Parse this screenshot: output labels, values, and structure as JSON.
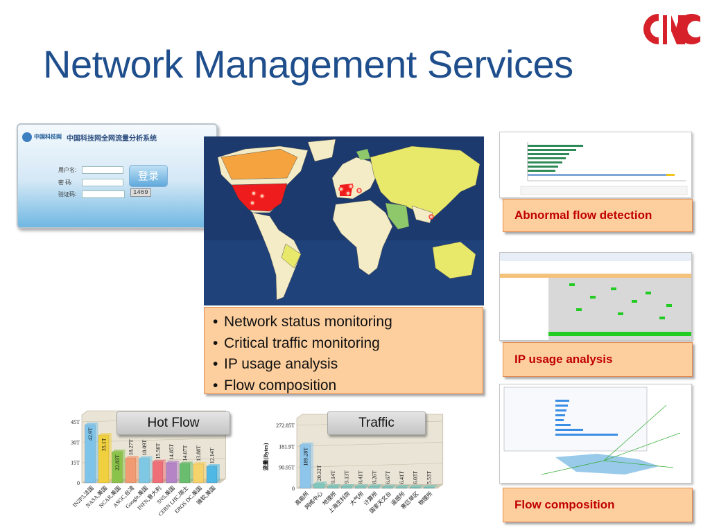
{
  "page": {
    "title": "Network Management Services"
  },
  "login": {
    "header": "中国科技网全网流量分析系统",
    "logo_text": "中国科技网",
    "user_label": "用户名:",
    "password_label": "密  码:",
    "captcha_label": "验证码:",
    "button_label": "登录",
    "captcha_value": "1469"
  },
  "features": [
    "Network status monitoring",
    "Critical traffic monitoring",
    "IP usage analysis",
    "Flow composition"
  ],
  "panels": {
    "abnormal_caption": "Abnormal flow detection",
    "ip_caption": "IP usage analysis",
    "flow_caption": "Flow composition"
  },
  "colors": {
    "title": "#1f4e8c",
    "caption_bg": "#fdcf9e",
    "caption_text": "#c00000",
    "map_ocean": "#1c3a6e",
    "map_land": "#f4ecc6"
  },
  "chart_data": [
    {
      "type": "bar",
      "title": "Hot Flow",
      "categories": [
        "IN2P3,法国",
        "NASA,美国",
        "NCAR,美国",
        "ASGC,台湾",
        "Google,美国",
        "INFN,意大利",
        "SNS,美国",
        "CERN LHC,瑞士",
        "EROS DC,美国",
        "微软,美国"
      ],
      "values": [
        42.9,
        35.1,
        22.83,
        18.27,
        18.09,
        15.56,
        14.85,
        14.07,
        13.88,
        12.14
      ],
      "value_labels": [
        "42.9T",
        "35.1T",
        "22.83T",
        "18.27T",
        "18.09T",
        "15.56T",
        "14.85T",
        "14.07T",
        "13.88T",
        "12.14T"
      ],
      "colors": [
        "#7ec3ea",
        "#f1d040",
        "#8bc34a",
        "#f29b72",
        "#7fc8e4",
        "#ee6f77",
        "#b484c6",
        "#6abd6e",
        "#f6d26a",
        "#4fb8e5"
      ],
      "ylim": [
        0,
        45
      ],
      "yticks": [
        "0",
        "15T",
        "30T",
        "45T"
      ],
      "ytick_values": [
        0,
        15,
        30,
        45
      ]
    },
    {
      "type": "bar",
      "title": "Traffic",
      "ylabel": "流量(Bytes)",
      "categories": [
        "高能所",
        "网络中心",
        "地理所",
        "上海生科院",
        "大气所",
        "计算所",
        "国家天文台",
        "遥感所",
        "寒区旱区",
        "物理所"
      ],
      "values": [
        189.28,
        20.32,
        9.14,
        9.13,
        8.41,
        8.26,
        6.67,
        6.41,
        6.03,
        5.53
      ],
      "value_labels": [
        "189.28T",
        "20.32T",
        "9.14T",
        "9.13T",
        "8.41T",
        "8.26T",
        "6.67T",
        "6.41T",
        "6.03T",
        "5.53T"
      ],
      "colors": [
        "#8ec5ea",
        "#7fc6bd",
        "#7fc6bd",
        "#7fc6bd",
        "#7fc6bd",
        "#7fc6bd",
        "#7fc6bd",
        "#7fc6bd",
        "#7fc6bd",
        "#7fc6bd"
      ],
      "ylim": [
        0,
        272.85
      ],
      "yticks": [
        "0",
        "90.95T",
        "181.9T",
        "272.85T"
      ],
      "ytick_values": [
        0,
        90.95,
        181.9,
        272.85
      ]
    }
  ]
}
